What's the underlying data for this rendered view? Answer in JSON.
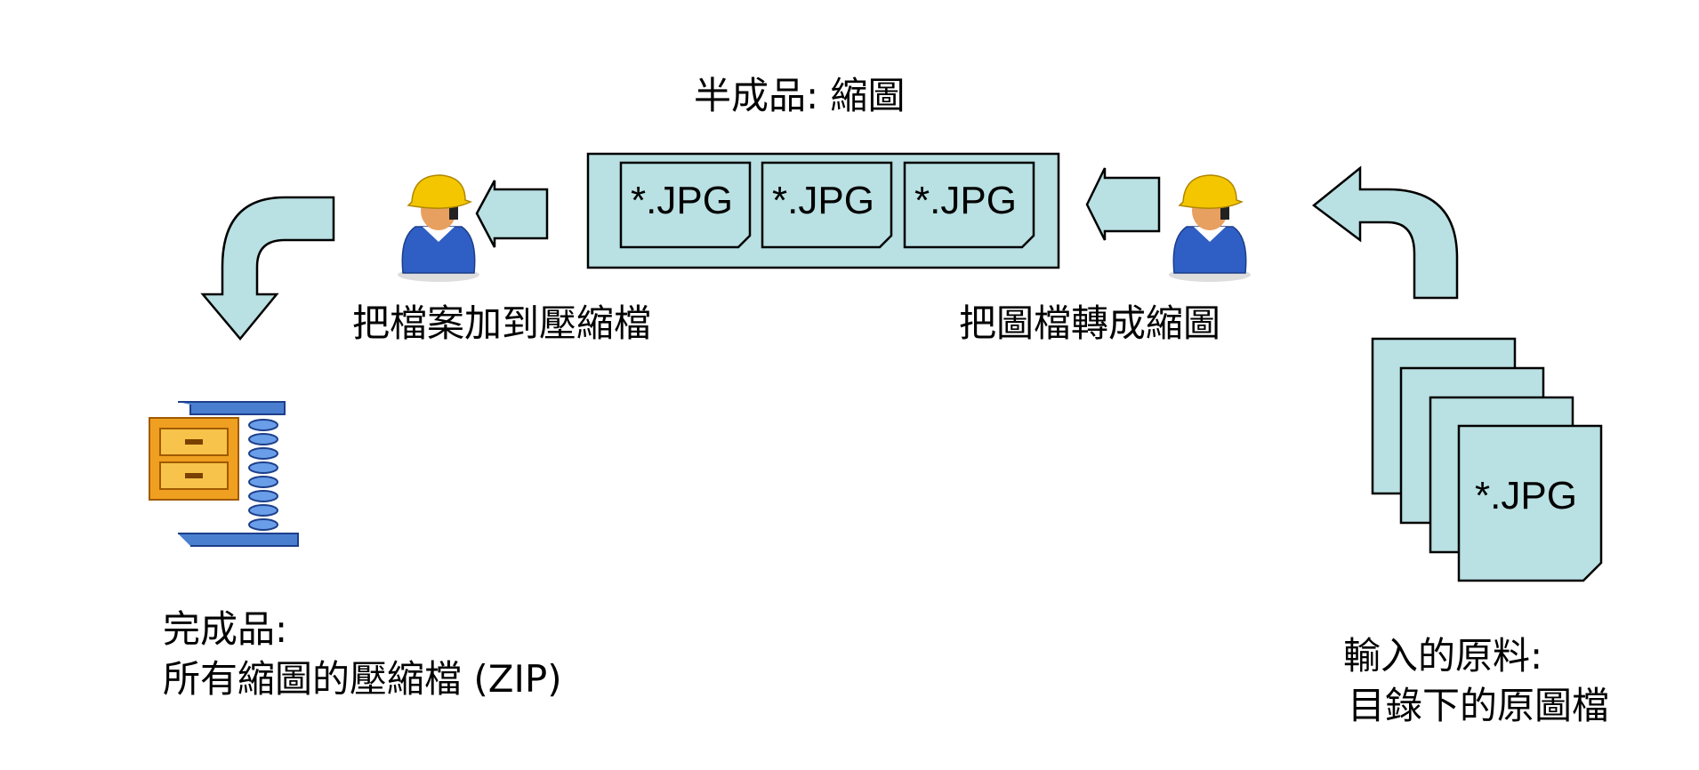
{
  "colors": {
    "fill": "#b9e0e2",
    "stroke": "#000000",
    "helmet": "#f3c600",
    "shirt": "#2f5fc4",
    "cabinet": "#f0a020"
  },
  "intermediate": {
    "title": "半成品: 縮圖",
    "files": [
      "*.JPG",
      "*.JPG",
      "*.JPG"
    ]
  },
  "steps": {
    "convert": {
      "label": "把圖檔轉成縮圖",
      "icon": "worker-icon"
    },
    "zip": {
      "label": "把檔案加到壓縮檔",
      "icon": "worker-icon"
    }
  },
  "input": {
    "file": "*.JPG",
    "label_line1": "輸入的原料:",
    "label_line2": "目錄下的原圖檔"
  },
  "output": {
    "icon": "winzip-icon",
    "label_line1": "完成品:",
    "label_line2": "所有縮圖的壓縮檔 (ZIP)"
  }
}
